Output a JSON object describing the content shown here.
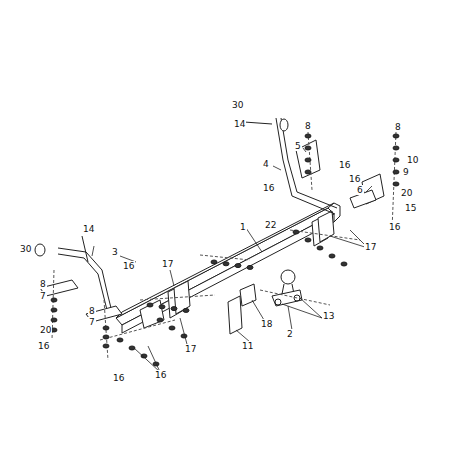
{
  "diagram": {
    "labels": [
      "30",
      "14",
      "8",
      "5",
      "4",
      "16",
      "16",
      "16",
      "8",
      "10",
      "9",
      "6",
      "20",
      "15",
      "16",
      "22",
      "17",
      "1",
      "14",
      "30",
      "3",
      "16",
      "17",
      "8",
      "7",
      "20",
      "16",
      "8",
      "7",
      "16",
      "16",
      "17",
      "18",
      "11",
      "2",
      "13"
    ]
  }
}
